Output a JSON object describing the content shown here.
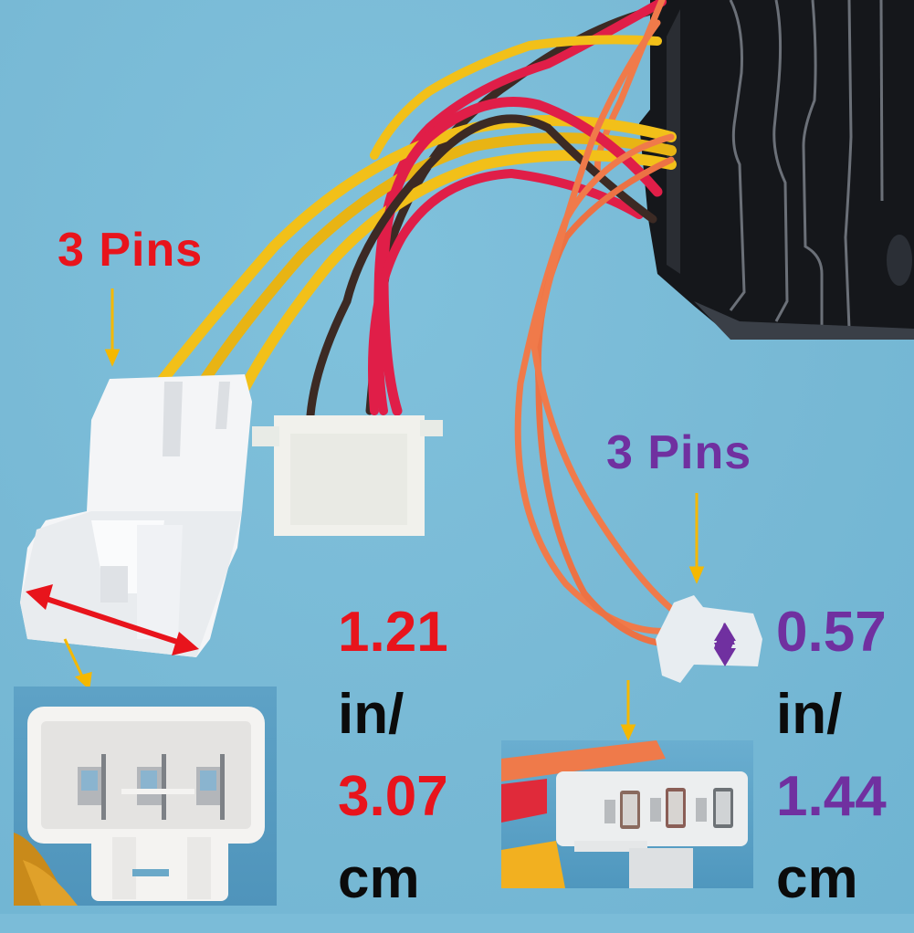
{
  "image": {
    "subject": "Voltage regulator rectifier with wiring harness and two connectors",
    "background_color": "#7bbcd8"
  },
  "annotations": {
    "large_connector": {
      "pins_label": "3 Pins",
      "pins_label_color": "#e8141c",
      "width_value_in": "1.21",
      "unit_in": "in/",
      "width_value_cm": "3.07",
      "unit_cm": "cm",
      "value_color": "#e8141c",
      "measure_arrow_color": "#e8141c"
    },
    "small_connector": {
      "pins_label": "3 Pins",
      "pins_label_color": "#7030a0",
      "width_value_in": "0.57",
      "unit_in": "in/",
      "width_value_cm": "1.44",
      "unit_cm": "cm",
      "value_color": "#7030a0",
      "measure_arrow_color": "#7030a0"
    },
    "pointer_arrow_color": "#f5b800"
  },
  "wires": {
    "colors": {
      "yellow": "#f2c019",
      "red": "#e01e48",
      "brown": "#3c2a24",
      "orange": "#f07a4a"
    }
  },
  "insets": [
    {
      "name": "large-connector-face",
      "pins": 3
    },
    {
      "name": "small-connector-face",
      "pins": 3
    }
  ]
}
